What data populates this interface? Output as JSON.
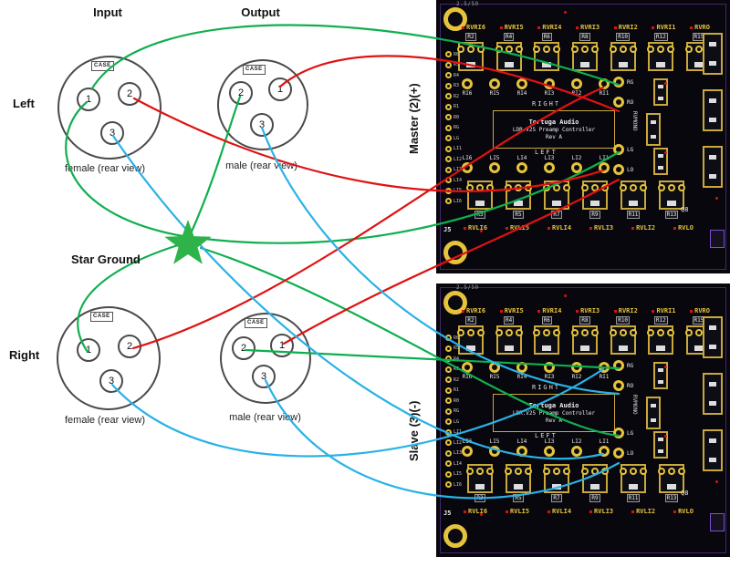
{
  "labels": {
    "input_title": "Input",
    "output_title": "Output",
    "left": "Left",
    "right": "Right",
    "star_ground": "Star Ground",
    "master": "Master (2)(+)",
    "slave": "Slave (3)(-)"
  },
  "connectors": {
    "input": {
      "case": "CASE",
      "pins": [
        "1",
        "2",
        "3"
      ],
      "caption": "female (rear view)"
    },
    "output": {
      "case": "CASE",
      "pins": [
        "2",
        "1",
        "3"
      ],
      "caption": "male (rear view)"
    },
    "right_in": {
      "case": "CASE",
      "pins": [
        "1",
        "2",
        "3"
      ],
      "caption": "female (rear view)"
    },
    "right_out": {
      "case": "CASE",
      "pins": [
        "2",
        "1",
        "3"
      ],
      "caption": "male (rear view)"
    }
  },
  "pcb": {
    "corner_note": "2.5/59",
    "top_labels": [
      "RVRI6",
      "RVRI5",
      "RVRI4",
      "RVRI3",
      "RVRI2",
      "RVRI1",
      "RVRO"
    ],
    "top_r_labels": [
      "R2",
      "R4",
      "R6",
      "R8",
      "R10",
      "R12",
      "R15"
    ],
    "ri_labels": [
      "RI6",
      "RI5",
      "RI4",
      "RI3",
      "RI2",
      "RI1"
    ],
    "right_mid_pads": [
      "RG",
      "RO"
    ],
    "li_labels": [
      "LI6",
      "LI5",
      "LI4",
      "LI3",
      "LI2",
      "LI1"
    ],
    "left_out_pads": [
      "LG",
      "LO"
    ],
    "bottom_r_labels": [
      "R3",
      "R5",
      "R7",
      "R9",
      "R11",
      "R13"
    ],
    "bottom_labels": [
      "RVLI6",
      "RVLI5",
      "RVLI4",
      "RVLI3",
      "RVLI2",
      "RVLO"
    ],
    "left_header": [
      "R6",
      "R5",
      "R4",
      "R3",
      "R2",
      "R1",
      "R0",
      "RG",
      "LG",
      "LI1",
      "LI2",
      "LI3",
      "LI4",
      "LI5",
      "LI6"
    ],
    "j5": "J5",
    "q8": "Q8",
    "center": {
      "right_text": "RIGHT",
      "left_text": "LEFT",
      "rvmono": "RVMONO",
      "title1": "Tortuga Audio",
      "title2": "LDR.V25 Preamp Controller",
      "title3": "Rev A"
    }
  },
  "wires": [
    {
      "color": "green",
      "from": "star-ground",
      "to": "input-pin-1"
    },
    {
      "color": "green",
      "from": "star-ground",
      "to": "output-pin-2"
    },
    {
      "color": "green",
      "from": "input-pin-1",
      "to": "master-RG"
    },
    {
      "color": "green",
      "from": "star-ground",
      "to": "master-LG"
    },
    {
      "color": "green",
      "from": "star-ground",
      "to": "slave-LG"
    },
    {
      "color": "green",
      "from": "right-input-pin-1",
      "to": "star-ground"
    },
    {
      "color": "green",
      "from": "right-output-pin-2",
      "to": "slave-RG"
    },
    {
      "color": "red",
      "from": "input-pin-2",
      "to": "master-LI1"
    },
    {
      "color": "red",
      "from": "right-input-pin-2",
      "to": "master-RI1"
    },
    {
      "color": "red",
      "from": "master-RO",
      "to": "output-pin-1"
    },
    {
      "color": "red",
      "from": "right-output-pin-1",
      "to": "master-LO"
    },
    {
      "color": "blue",
      "from": "input-pin-3",
      "to": "slave-LI1"
    },
    {
      "color": "blue",
      "from": "right-input-pin-3",
      "to": "slave-RI1"
    },
    {
      "color": "blue",
      "from": "output-pin-3",
      "to": "slave-RO"
    },
    {
      "color": "blue",
      "from": "right-output-pin-3",
      "to": "slave-LO"
    }
  ],
  "colors": {
    "wire_green": "#0faf4f",
    "wire_red": "#e01212",
    "wire_blue": "#2ab2e6",
    "star_green": "#2db34a",
    "pcb_background": "#07070d",
    "pcb_yellow": "#e6c33c",
    "pcb_red": "#cc1111"
  }
}
